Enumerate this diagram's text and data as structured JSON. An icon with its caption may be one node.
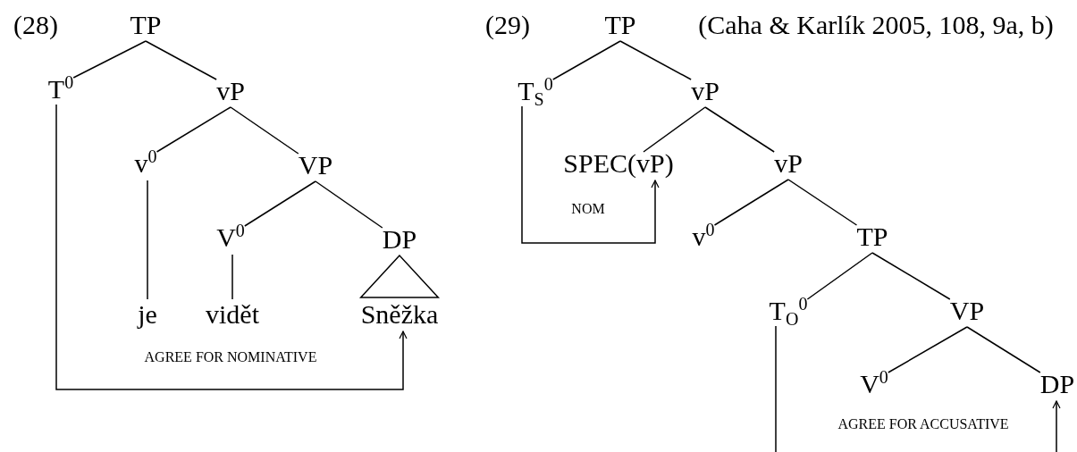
{
  "diagram": {
    "nodes": [
      {
        "text": [
          "TP"
        ]
      },
      {
        "text": [
          "T$^{0}$"
        ]
      },
      {
        "text": [
          "vP"
        ]
      },
      {
        "text": [
          "v$^{0}$"
        ]
      },
      {
        "text": [
          "VP"
        ]
      },
      {
        "text": [
          "V$^{0}$"
        ]
      },
      {
        "text": [
          "DP"
        ]
      },
      {
        "text": [
          "je"
        ]
      },
      {
        "text": [
          "vidět"
        ]
      },
      {
        "text": [
          "Sněžka"
        ]
      },
      {
        "text": [
          "TP"
        ]
      },
      {
        "text": [
          "T$_{S}$$^{0}$"
        ]
      },
      {
        "text": [
          "vP"
        ]
      },
      {
        "text": [
          "SPEC(vP)"
        ]
      },
      {
        "text": [
          "vP"
        ]
      },
      {
        "text": [
          "v$^{0}$"
        ]
      },
      {
        "text": [
          "TP"
        ]
      },
      {
        "text": [
          "T$_{O}$$^{0}$"
        ]
      },
      {
        "text": [
          "VP"
        ]
      },
      {
        "text": [
          "V$^{0}$"
        ]
      },
      {
        "text": [
          "DP"
        ]
      }
    ],
    "edges": [
      {
        "from": 0,
        "to": 1,
        "arrow": "none"
      },
      {
        "from": 0,
        "to": 2,
        "arrow": "none"
      },
      {
        "from": 2,
        "to": 3,
        "arrow": "none"
      },
      {
        "from": 2,
        "to": 4,
        "arrow": "none"
      },
      {
        "from": 3,
        "to": 7,
        "arrow": "none"
      },
      {
        "from": 4,
        "to": 5,
        "arrow": "none"
      },
      {
        "from": 4,
        "to": 6,
        "arrow": "none"
      },
      {
        "from": 5,
        "to": 8,
        "arrow": "none"
      },
      {
        "from": 6,
        "to": 9,
        "arrow": "none"
      },
      {
        "from": 1,
        "to": 9,
        "arrow": "to",
        "label": "AGREE FOR NOMINATIVE"
      },
      {
        "from": 10,
        "to": 11,
        "arrow": "none"
      },
      {
        "from": 10,
        "to": 12,
        "arrow": "none"
      },
      {
        "from": 12,
        "to": 13,
        "arrow": "none"
      },
      {
        "from": 12,
        "to": 14,
        "arrow": "none"
      },
      {
        "from": 14,
        "to": 15,
        "arrow": "none"
      },
      {
        "from": 14,
        "to": 16,
        "arrow": "none"
      },
      {
        "from": 16,
        "to": 17,
        "arrow": "none"
      },
      {
        "from": 16,
        "to": 18,
        "arrow": "none"
      },
      {
        "from": 18,
        "to": 19,
        "arrow": "none"
      },
      {
        "from": 18,
        "to": 20,
        "arrow": "none"
      },
      {
        "from": 11,
        "to": 13,
        "arrow": "to",
        "label": "NOM"
      },
      {
        "from": 17,
        "to": 20,
        "arrow": "to",
        "label": "AGREE FOR ACCUSATIVE"
      }
    ],
    "labels": [
      "(28)",
      "(29)",
      "(Caha & Karlík 2005, 108, 9a, b)"
    ]
  }
}
